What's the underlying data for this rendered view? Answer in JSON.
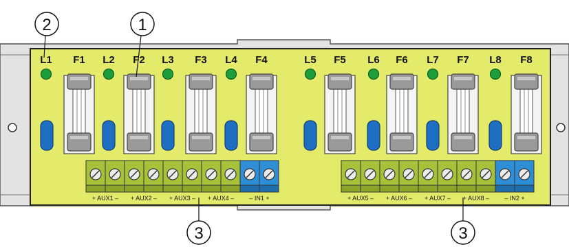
{
  "colors": {
    "board": "#e4eb6a",
    "rail": "#e3e3e3",
    "led": "#1e9e3a",
    "slot": "#1e6fc2",
    "terminal_green": "#a7c23a",
    "terminal_blue": "#2f8fd6"
  },
  "callouts": [
    "2",
    "1",
    "3",
    "3"
  ],
  "leds": [
    "L1",
    "L2",
    "L3",
    "L4",
    "L5",
    "L6",
    "L7",
    "L8"
  ],
  "fuses": [
    "F1",
    "F2",
    "F3",
    "F4",
    "F5",
    "F6",
    "F7",
    "F8"
  ],
  "terminal_labels_left": [
    "+ AUX1 –",
    "+ AUX2 –",
    "+ AUX3 –",
    "+ AUX4 –",
    "–   IN1   +"
  ],
  "terminal_labels_right": [
    "+ AUX5 –",
    "+ AUX6 –",
    "+ AUX7 –",
    "+ AUX8 –",
    "–   IN2   +"
  ]
}
